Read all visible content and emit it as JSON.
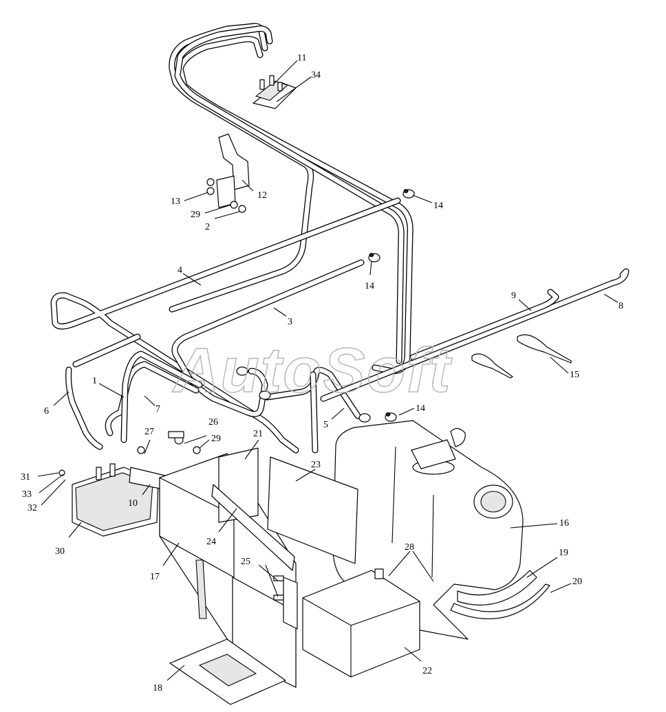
{
  "watermark": "AutoSoft",
  "labels": [
    {
      "id": "11",
      "text": "11"
    },
    {
      "id": "34",
      "text": "34"
    },
    {
      "id": "12",
      "text": "12"
    },
    {
      "id": "13",
      "text": "13"
    },
    {
      "id": "29a",
      "text": "29"
    },
    {
      "id": "2",
      "text": "2"
    },
    {
      "id": "14a",
      "text": "14"
    },
    {
      "id": "14b",
      "text": "14"
    },
    {
      "id": "4",
      "text": "4"
    },
    {
      "id": "3",
      "text": "3"
    },
    {
      "id": "9",
      "text": "9"
    },
    {
      "id": "8",
      "text": "8"
    },
    {
      "id": "15",
      "text": "15"
    },
    {
      "id": "1",
      "text": "1"
    },
    {
      "id": "6",
      "text": "6"
    },
    {
      "id": "7",
      "text": "7"
    },
    {
      "id": "5",
      "text": "5"
    },
    {
      "id": "14c",
      "text": "14"
    },
    {
      "id": "26",
      "text": "26"
    },
    {
      "id": "29b",
      "text": "29"
    },
    {
      "id": "27",
      "text": "27"
    },
    {
      "id": "21",
      "text": "21"
    },
    {
      "id": "23",
      "text": "23"
    },
    {
      "id": "31",
      "text": "31"
    },
    {
      "id": "33",
      "text": "33"
    },
    {
      "id": "32",
      "text": "32"
    },
    {
      "id": "10",
      "text": "10"
    },
    {
      "id": "30",
      "text": "30"
    },
    {
      "id": "24",
      "text": "24"
    },
    {
      "id": "17",
      "text": "17"
    },
    {
      "id": "16",
      "text": "16"
    },
    {
      "id": "28",
      "text": "28"
    },
    {
      "id": "19",
      "text": "19"
    },
    {
      "id": "20",
      "text": "20"
    },
    {
      "id": "25",
      "text": "25"
    },
    {
      "id": "22",
      "text": "22"
    },
    {
      "id": "18",
      "text": "18"
    }
  ]
}
